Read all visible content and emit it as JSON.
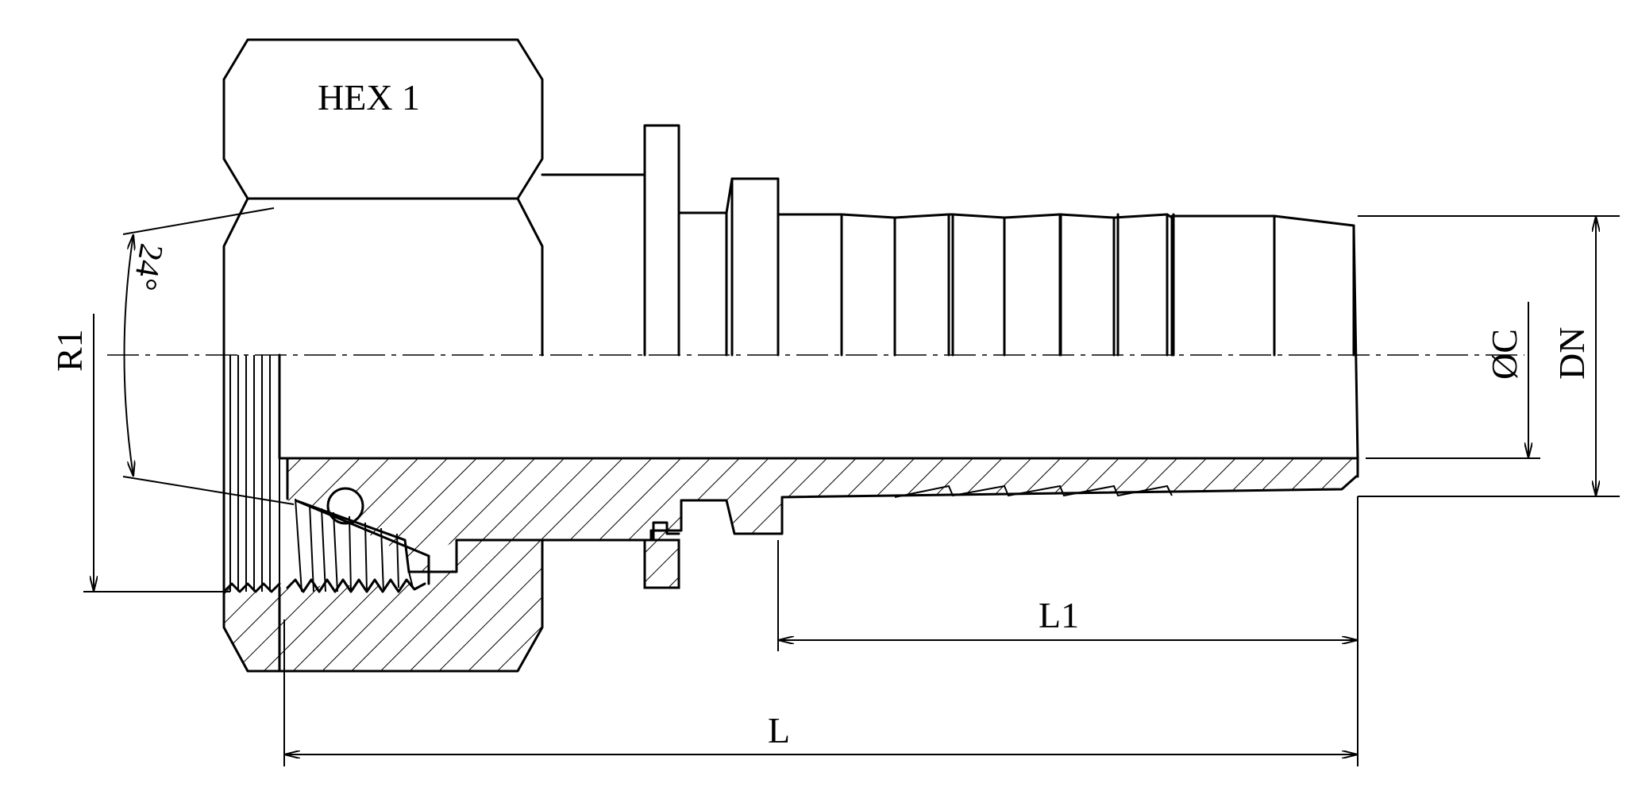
{
  "labels": {
    "hex": "HEX 1",
    "angle": "24°",
    "r1": "R1",
    "phi_c": "ØC",
    "dn": "DN",
    "l1": "L1",
    "l": "L"
  }
}
